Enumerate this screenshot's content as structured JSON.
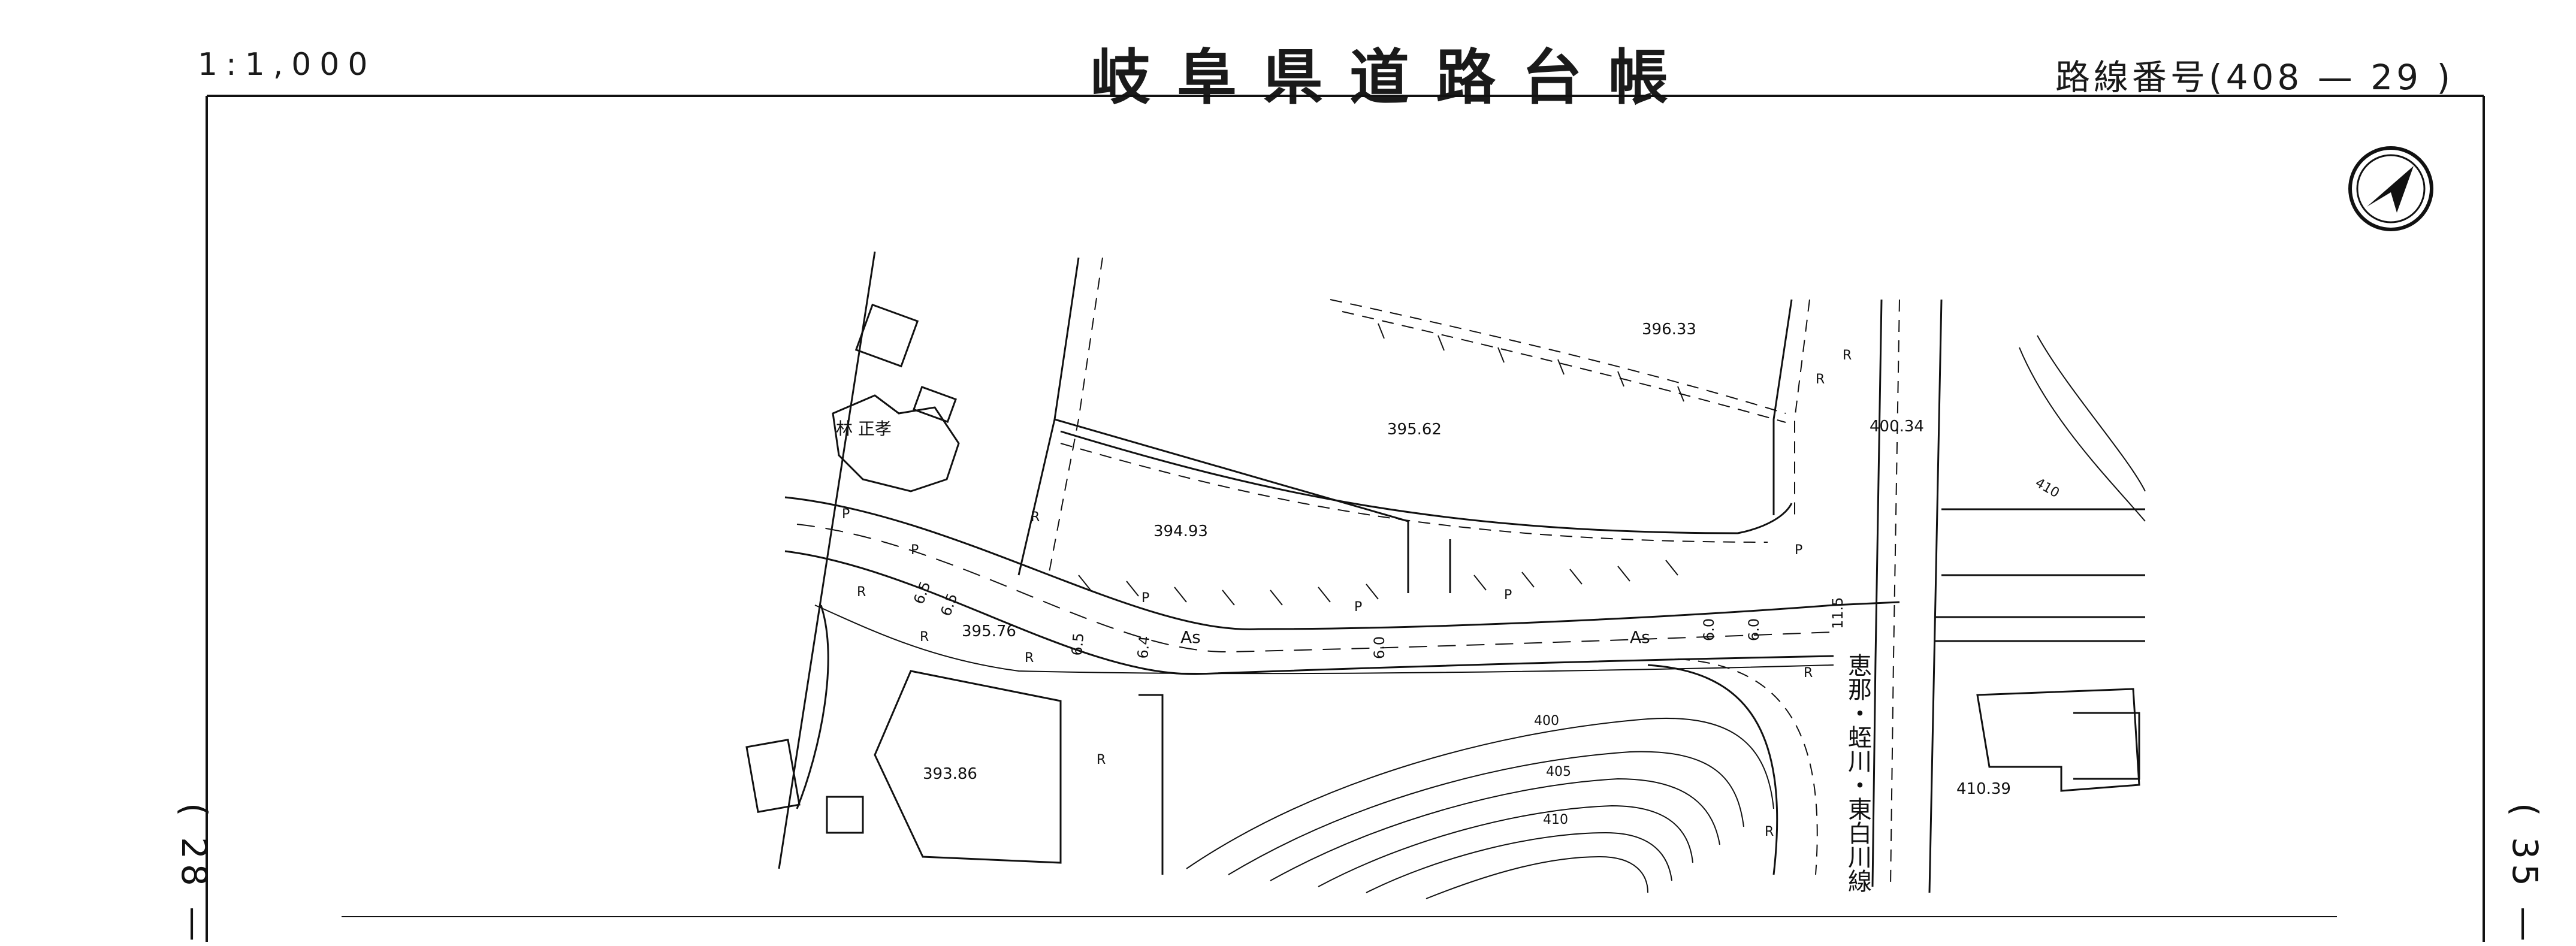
{
  "header": {
    "scale": "1:1,000",
    "title": "岐阜県道路台帳",
    "route_number": "路線番号(408 — 29 )"
  },
  "page_refs": {
    "left": "( 28 —",
    "right": "( 35 —"
  },
  "map": {
    "owner_name": "林 正孝",
    "road_name": "恵那・蛭川・東白川線",
    "elevations": [
      "396.33",
      "395.62",
      "400.34",
      "394.93",
      "395.76",
      "393.86",
      "410.39"
    ],
    "contours": [
      "400",
      "405",
      "410",
      "410"
    ],
    "widths": [
      "6.5",
      "6.5",
      "6.5",
      "6.4",
      "6.0",
      "6.0",
      "6.0",
      "11.5"
    ],
    "surface": [
      "As",
      "As"
    ],
    "markers": [
      "P",
      "P",
      "P",
      "P",
      "P",
      "P",
      "R",
      "R",
      "R",
      "R",
      "R",
      "R",
      "R",
      "R",
      "R"
    ],
    "north_icon": "north-arrow-icon"
  }
}
